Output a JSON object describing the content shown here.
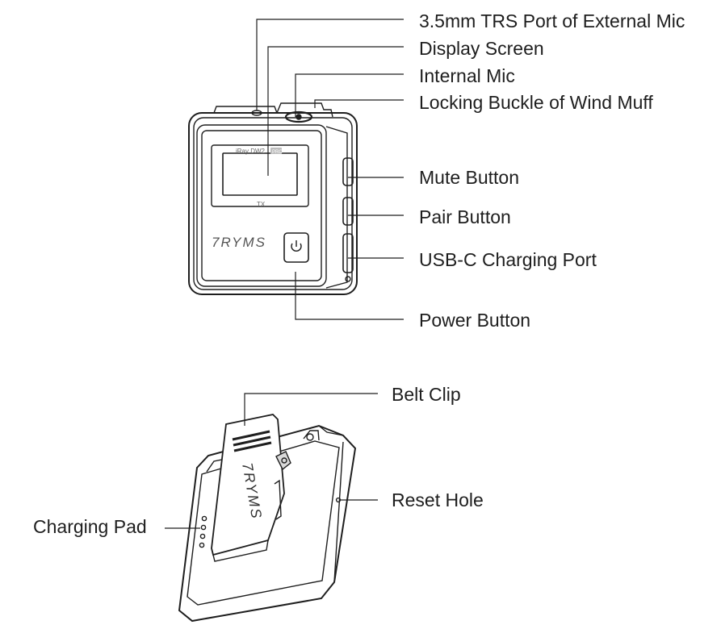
{
  "front_view": {
    "callouts": {
      "trs_port": "3.5mm TRS Port of External Mic",
      "display_screen": "Display Screen",
      "internal_mic": "Internal Mic",
      "locking_buckle": "Locking Buckle of Wind Muff",
      "mute_button": "Mute Button",
      "pair_button": "Pair Button",
      "usb_c_port": "USB-C Charging Port",
      "power_button": "Power Button"
    },
    "device_print": {
      "model": "iRay DW2",
      "model_badge": "PRO",
      "screen_caption": "TX",
      "brand": "7RYMS"
    }
  },
  "back_view": {
    "callouts": {
      "belt_clip": "Belt Clip",
      "reset_hole": "Reset Hole",
      "charging_pad": "Charging Pad"
    },
    "device_print": {
      "brand": "7RYMS"
    }
  },
  "colors": {
    "line": "#1e1e1e",
    "device_fill": "#ffffff",
    "shade": "#d9d9d9"
  }
}
